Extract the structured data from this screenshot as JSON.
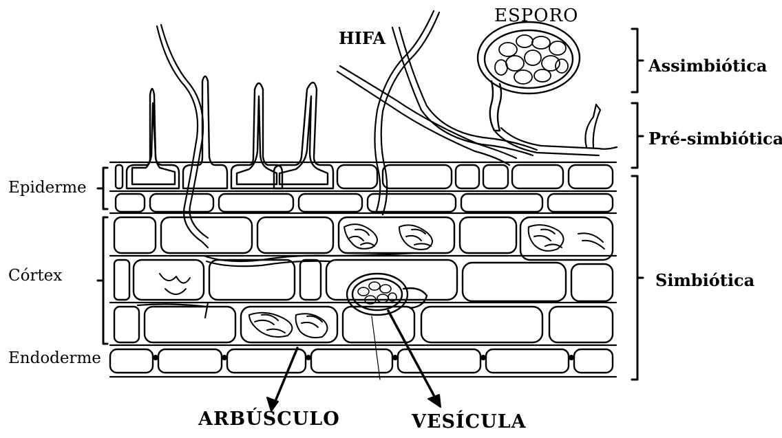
{
  "diagram": {
    "labels": {
      "esporo": "ESPORO",
      "hifa": "HIFA",
      "assimbiotica": "Assimbiótica",
      "pre_simbiotica": "Pré-simbiótica",
      "simbiotica": "Simbiótica",
      "epiderme": "Epiderme",
      "cortex": "Córtex",
      "endoderme": "Endoderme",
      "arbusculo": "ARBÚSCULO",
      "vesicula": "VESÍCULA"
    },
    "colors": {
      "line": "#000000",
      "background": "#ffffff"
    }
  }
}
